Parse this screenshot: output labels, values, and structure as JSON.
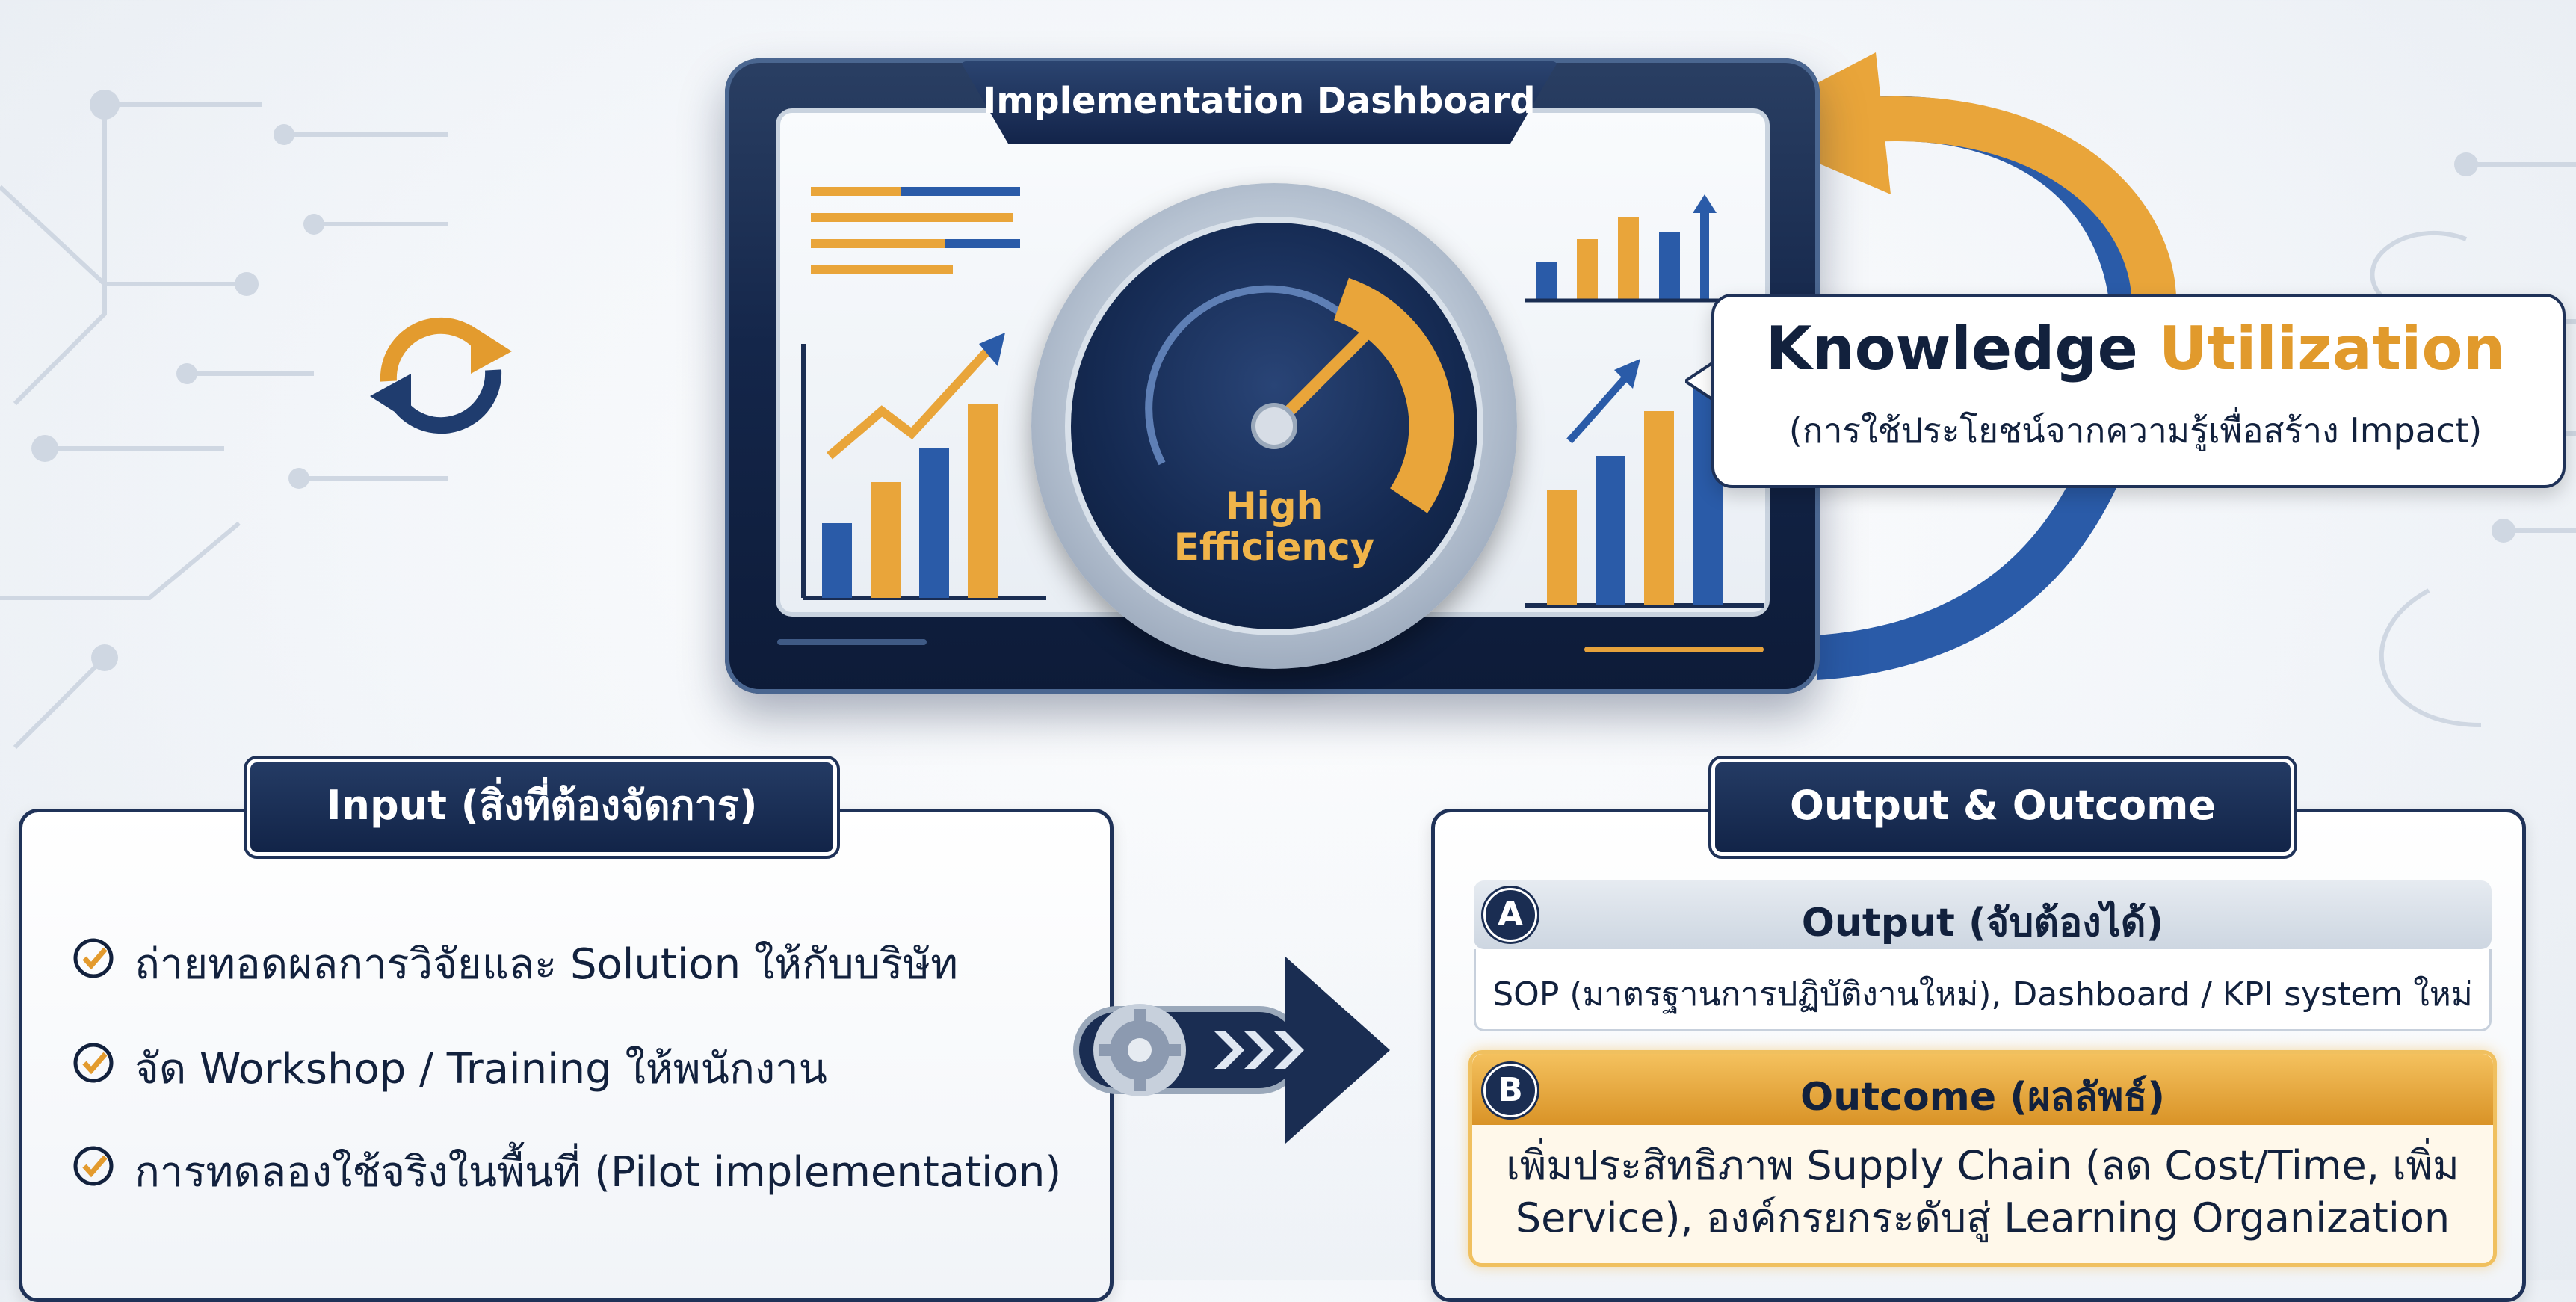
{
  "dashboard": {
    "title": "Implementation Dashboard",
    "gauge_label_line1": "High",
    "gauge_label_line2": "Efficiency"
  },
  "knowledge": {
    "title_part1": "Knowledge ",
    "title_part2": "Utilization",
    "subtitle": "(การใช้ประโยชน์จากความรู้เพื่อสร้าง Impact)"
  },
  "input": {
    "title": "Input (สิ่งที่ต้องจัดการ)",
    "items": [
      "ถ่ายทอดผลการวิจัยและ Solution ให้กับบริษัท",
      "จัด Workshop / Training ให้พนักงาน",
      "การทดลองใช้จริงในพื้นที่ (Pilot implementation)"
    ]
  },
  "output": {
    "title": "Output & Outcome",
    "a_badge": "A",
    "a_title": "Output (จับต้องได้)",
    "a_desc": "SOP (มาตรฐานการปฏิบัติงานใหม่), Dashboard / KPI system ใหม่",
    "b_badge": "B",
    "b_title": "Outcome (ผลลัพธ์)",
    "b_desc_line1": "เพิ่มประสิทธิภาพ Supply Chain (ลด Cost/Time, เพิ่ม",
    "b_desc_line2": "Service), องค์กรยกระดับสู่ Learning Organization"
  },
  "colors": {
    "navy": "#12213d",
    "gold": "#e19a2c",
    "blue": "#2a5ba8"
  }
}
